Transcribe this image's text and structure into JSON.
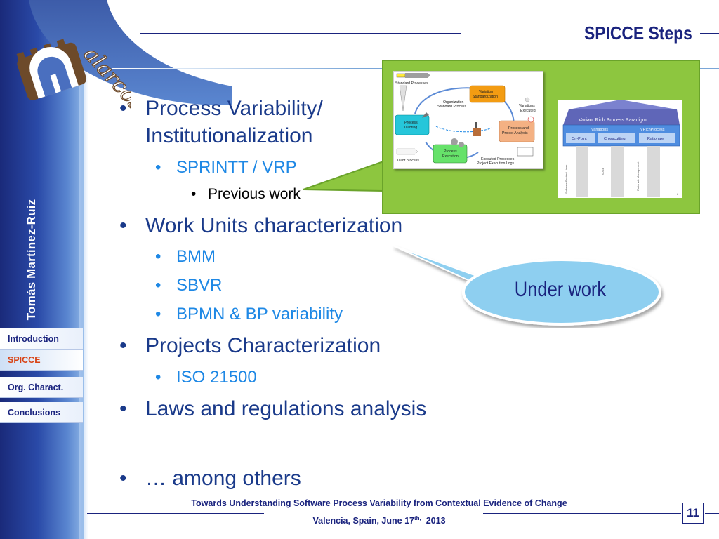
{
  "slide": {
    "title": "SPICCE Steps",
    "author": "Tomás Martínez-Ruiz",
    "logo_text": "alarcos",
    "page_number": "11"
  },
  "nav": {
    "items": [
      {
        "label": "Introduction",
        "active": false
      },
      {
        "label": "SPICCE",
        "active": true
      },
      {
        "label": "Org. Charact.",
        "active": false
      },
      {
        "label": "Conclusions",
        "active": false
      }
    ]
  },
  "bullets": {
    "b1_line1": "Process Variability/",
    "b1_line2": "Institutionalization",
    "b1_sub1": "SPRINTT / VRP",
    "b1_subsub1": "Previous work",
    "b2": "Work Units characterization",
    "b2_sub1": "BMM",
    "b2_sub2": "SBVR",
    "b2_sub3": "BPMN & BP variability",
    "b3": "Projects Characterization",
    "b3_sub1": "ISO 21500",
    "b4": "Laws and regulations analysis",
    "b5": "… among others"
  },
  "callout": {
    "text": "Under work"
  },
  "diagram1": {
    "labels": {
      "standard": "Standard Processes",
      "variation": "Variation",
      "standardization": "Standardization",
      "org1": "Organization",
      "org2": "Standard Process",
      "var1": "Variations",
      "var2": "Executed",
      "tail1": "Process",
      "tail2": "Tailoring",
      "pa1": "Process and",
      "pa2": "Project Analysis",
      "pe1": "Process",
      "pe2": "Execution",
      "tailor": "Tailor process",
      "ex1": "Executed Processes",
      "ex2": "Project Execution Logs"
    }
  },
  "diagram2": {
    "roof": "Variant Rich Process Paradigm",
    "variations": "Variations",
    "vrichprocess": "VRichProcess",
    "onpoint": "On-Point",
    "crosscutting": "Crosscutting",
    "rationale": "Rationale",
    "pillar1": "Software Product Lines",
    "pillar2": "AOSE",
    "pillar3": "Rationale Management",
    "page": "6"
  },
  "footer": {
    "title": "Towards Understanding Software Process Variability from Contextual Evidence of Change",
    "place": "Valencia, Spain, June 17",
    "sup": "th,",
    "year": "2013"
  },
  "colors": {
    "navy": "#1a237e",
    "bullet_blue": "#1a3a8a",
    "sub_blue": "#1e88e5",
    "callout_green": "#8dc63f",
    "cloud_blue": "#8ecff0",
    "active_nav": "#d84315"
  }
}
